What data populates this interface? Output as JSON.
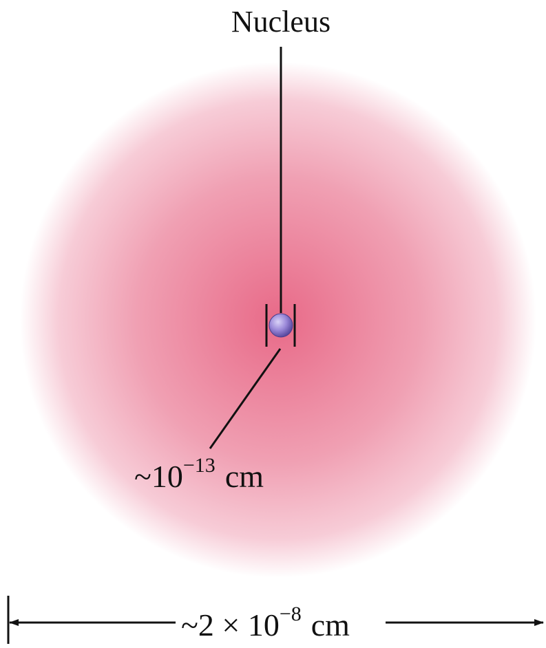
{
  "labels": {
    "nucleus": "Nucleus",
    "nucleus_size": {
      "prefix": "~10",
      "exponent": "−13",
      "unit": "cm"
    },
    "atom_size": {
      "prefix": "~2 × 10",
      "exponent": "−8",
      "unit": "cm"
    }
  },
  "colors": {
    "cloud_core": "#e86a88",
    "cloud_mid": "#f0a0b3",
    "cloud_edge": "#ffffff",
    "nucleus_light": "#d9d2f7",
    "nucleus_mid": "#9a88d8",
    "nucleus_dark": "#5a4aa0",
    "line": "#111111"
  }
}
